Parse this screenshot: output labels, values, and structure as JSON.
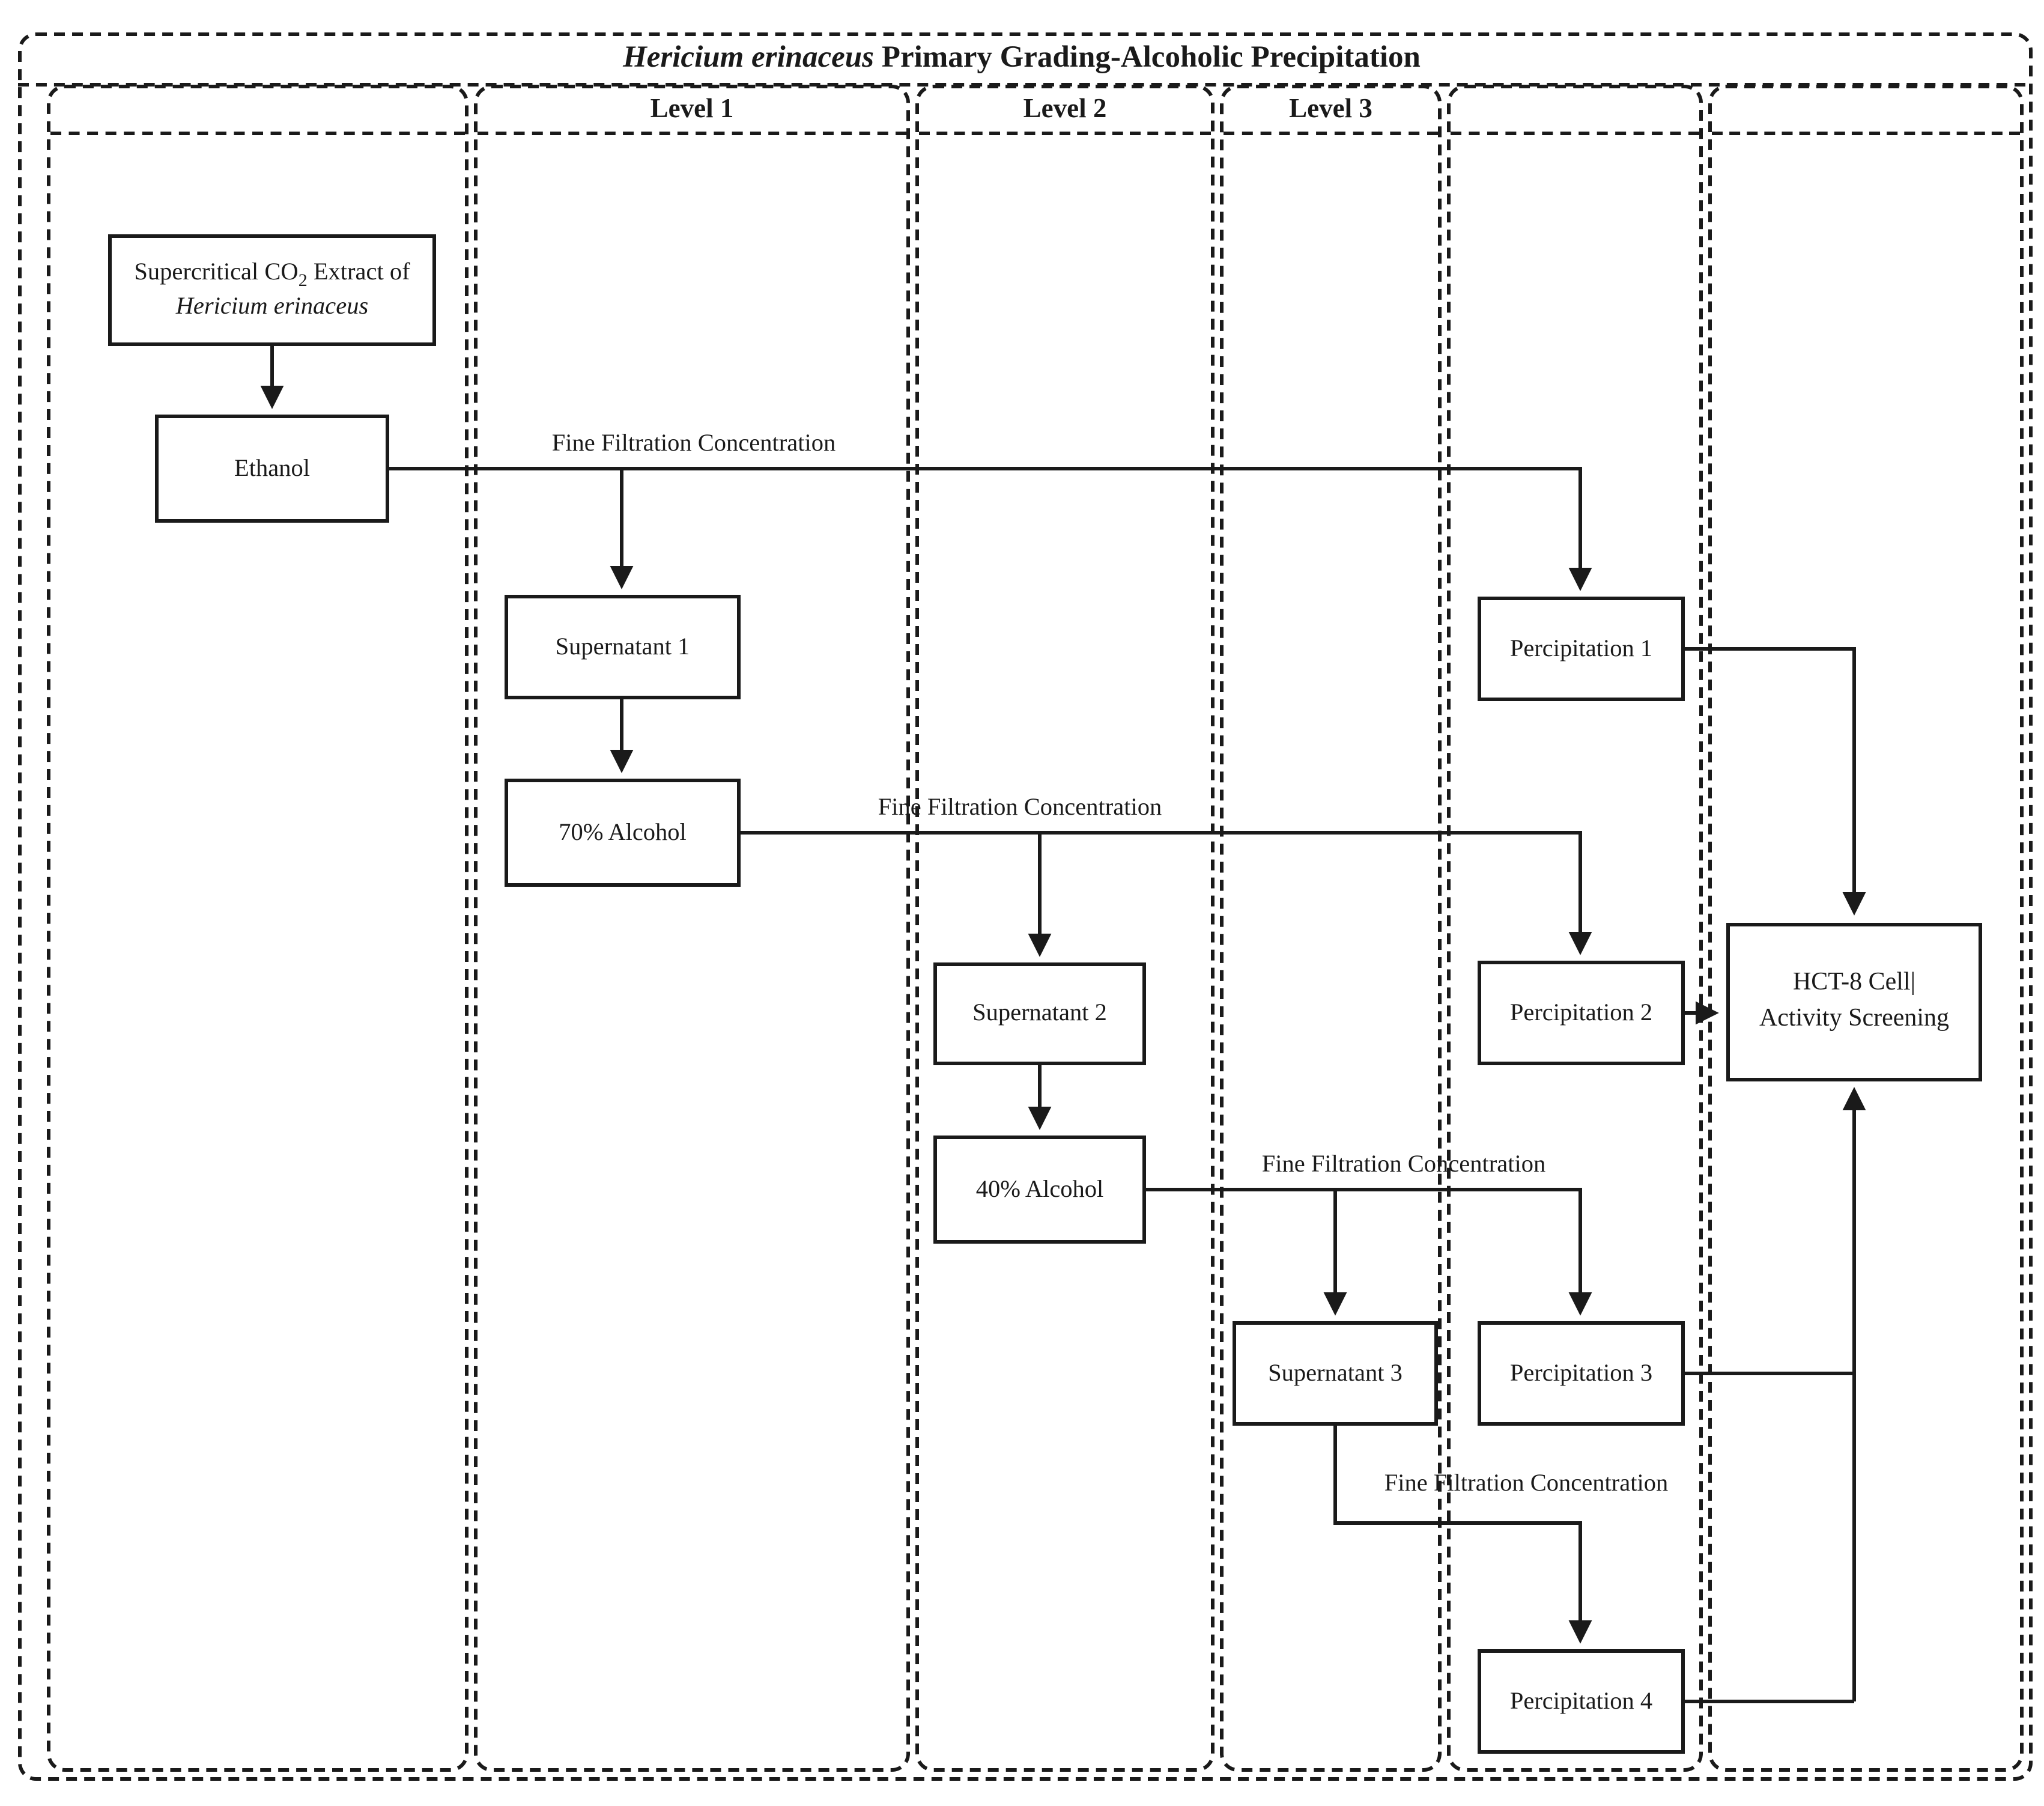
{
  "title": {
    "italic": "Hericium erinaceus",
    "rest": " Primary Grading-Alcoholic Precipitation"
  },
  "lanes": [
    {
      "label": ""
    },
    {
      "label": "Level 1"
    },
    {
      "label": "Level 2"
    },
    {
      "label": "Level 3"
    },
    {
      "label": ""
    },
    {
      "label": ""
    }
  ],
  "nodes": {
    "source": {
      "line1_pre": "Supercritical CO",
      "line1_sub": "2",
      "line1_post": " Extract of",
      "line2": "Hericium erinaceus"
    },
    "ethanol": {
      "label": "Ethanol"
    },
    "supernatant1": {
      "label": "Supernatant 1"
    },
    "alcohol70": {
      "label": "70% Alcohol"
    },
    "supernatant2": {
      "label": "Supernatant 2"
    },
    "alcohol40": {
      "label": "40% Alcohol"
    },
    "supernatant3": {
      "label": "Supernatant 3"
    },
    "percipitation1": {
      "label": "Percipitation 1"
    },
    "percipitation2": {
      "label": "Percipitation 2"
    },
    "percipitation3": {
      "label": "Percipitation 3"
    },
    "percipitation4": {
      "label": "Percipitation 4"
    },
    "hct8": {
      "line1": "HCT-8 Cell|",
      "line2": "Activity Screening"
    }
  },
  "edge_labels": {
    "fine_filtration_1": "Fine Filtration Concentration",
    "fine_filtration_2": "Fine Filtration Concentration",
    "fine_filtration_3": "Fine Filtration Concentration",
    "fine_filtration_4": "Fine Filtration Concentration"
  },
  "colors": {
    "ink": "#1a1a1a",
    "background": "#ffffff"
  }
}
